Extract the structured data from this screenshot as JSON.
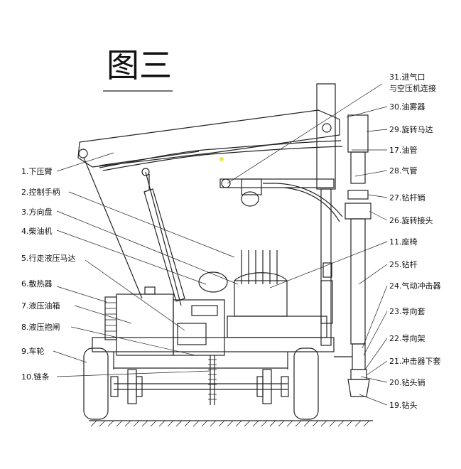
{
  "title": "图三",
  "left_labels": [
    {
      "id": "1",
      "text": "1.下压臂"
    },
    {
      "id": "2",
      "text": "2.控制手柄"
    },
    {
      "id": "3",
      "text": "3.方向盘"
    },
    {
      "id": "4",
      "text": "4.柴油机"
    },
    {
      "id": "5",
      "text": "5.行走液压马达"
    },
    {
      "id": "6",
      "text": "6.散热器"
    },
    {
      "id": "7",
      "text": "7.液压油箱"
    },
    {
      "id": "8",
      "text": "8.液压抱闸"
    },
    {
      "id": "9",
      "text": "9.车轮"
    },
    {
      "id": "10",
      "text": "10.链条"
    }
  ],
  "right_labels": [
    {
      "id": "31a",
      "text": "31.进气口"
    },
    {
      "id": "31b",
      "text": "与空压机连接"
    },
    {
      "id": "30",
      "text": "30.油雾器"
    },
    {
      "id": "29",
      "text": "29.旋转马达"
    },
    {
      "id": "17",
      "text": "17.油管"
    },
    {
      "id": "28",
      "text": "28.气管"
    },
    {
      "id": "27",
      "text": "27.钻杆销"
    },
    {
      "id": "26",
      "text": "26.旋转接头"
    },
    {
      "id": "11",
      "text": "11.座椅"
    },
    {
      "id": "25",
      "text": "25.钻杆"
    },
    {
      "id": "24",
      "text": "24.气动冲击器"
    },
    {
      "id": "23",
      "text": "23.导向套"
    },
    {
      "id": "22",
      "text": "22.导向架"
    },
    {
      "id": "21",
      "text": "21.冲击器下套"
    },
    {
      "id": "20",
      "text": "20.钻头销"
    },
    {
      "id": "19",
      "text": "19.钻头"
    }
  ],
  "colors": {
    "line": "#222222",
    "accent": "#e8e84a"
  }
}
